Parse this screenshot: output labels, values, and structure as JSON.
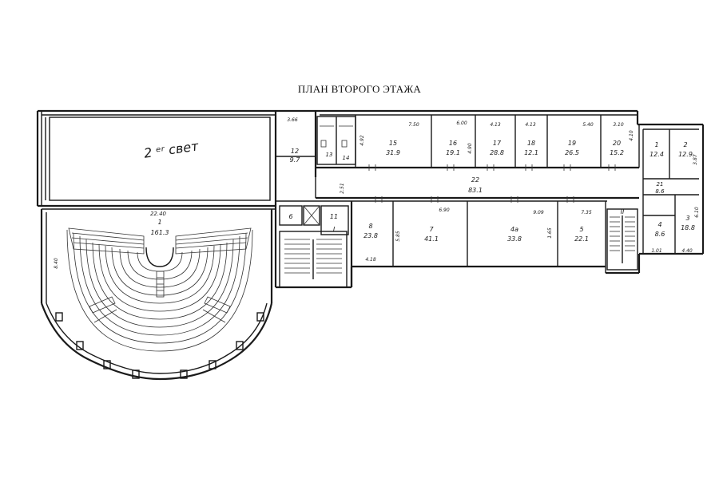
{
  "title": "ПЛАН ВТОРОГО ЭТАЖА",
  "second_light": "2 ᵉʳ свет",
  "rooms": [
    {
      "num": "1",
      "area": "161.3"
    },
    {
      "num": "13",
      "area": ""
    },
    {
      "num": "14",
      "area": ""
    },
    {
      "num": "15",
      "area": "31.9"
    },
    {
      "num": "16",
      "area": "19.1"
    },
    {
      "num": "17",
      "area": "28.8"
    },
    {
      "num": "18",
      "area": "12.1"
    },
    {
      "num": "19",
      "area": "26.5"
    },
    {
      "num": "20",
      "area": "15.2"
    },
    {
      "num": "1",
      "area": "12.4"
    },
    {
      "num": "2",
      "area": "12.9"
    },
    {
      "num": "21",
      "area": "8.6"
    },
    {
      "num": "22",
      "area": "83.1"
    },
    {
      "num": "12",
      "area": "9.7"
    },
    {
      "num": "8",
      "area": "23.8"
    },
    {
      "num": "7",
      "area": "41.1"
    },
    {
      "num": "4a",
      "area": "33.8"
    },
    {
      "num": "5",
      "area": "22.1"
    },
    {
      "num": "4",
      "area": "8.6"
    },
    {
      "num": "3",
      "area": "18.8"
    },
    {
      "num": "6",
      "area": ""
    },
    {
      "num": "11",
      "area": ""
    },
    {
      "num": "I",
      "area": ""
    },
    {
      "num": "II",
      "area": ""
    }
  ],
  "dimensions": [
    "22.40",
    "3.66",
    "7.50",
    "6.00",
    "4.13",
    "4.13",
    "5.40",
    "3.10",
    "6.90",
    "9.09",
    "7.35",
    "4.18",
    "5.85",
    "4.90",
    "4.10",
    "4.92",
    "8.40",
    "2.51",
    "1.65",
    "3.87",
    "6.10",
    "1.01",
    "4.40"
  ]
}
